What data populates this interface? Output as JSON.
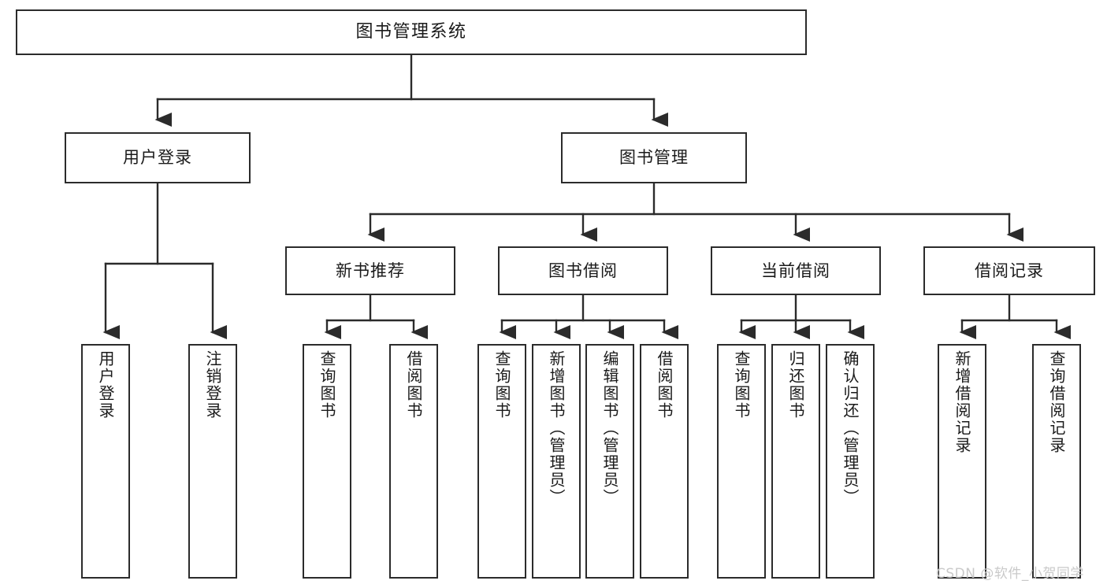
{
  "diagram": {
    "title": "图书管理系统",
    "type": "tree-hierarchy-chart",
    "line_color": "#2b2b2b",
    "box_fill": "#ffffff",
    "text_color": "#1a1a1a"
  },
  "nodes": {
    "root": {
      "label": "图书管理系统"
    },
    "level1": [
      {
        "label": "用户登录"
      },
      {
        "label": "图书管理"
      }
    ],
    "level2": [
      {
        "label": "新书推荐"
      },
      {
        "label": "图书借阅"
      },
      {
        "label": "当前借阅"
      },
      {
        "label": "借阅记录"
      }
    ],
    "leaves": {
      "user_login": [
        {
          "label": "用户登录"
        },
        {
          "label": "注销登录"
        }
      ],
      "new_book_recommend": [
        {
          "label": "查询图书"
        },
        {
          "label": "借阅图书"
        }
      ],
      "book_borrow": [
        {
          "label": "查询图书"
        },
        {
          "label": "新增图书（管理员）"
        },
        {
          "label": "编辑图书（管理员）"
        },
        {
          "label": "借阅图书"
        }
      ],
      "current_borrow": [
        {
          "label": "查询图书"
        },
        {
          "label": "归还图书"
        },
        {
          "label": "确认归还（管理员）"
        }
      ],
      "borrow_record": [
        {
          "label": "新增借阅记录"
        },
        {
          "label": "查询借阅记录"
        }
      ]
    }
  },
  "watermark": {
    "text": "CSDN @软件_小贺同学"
  }
}
